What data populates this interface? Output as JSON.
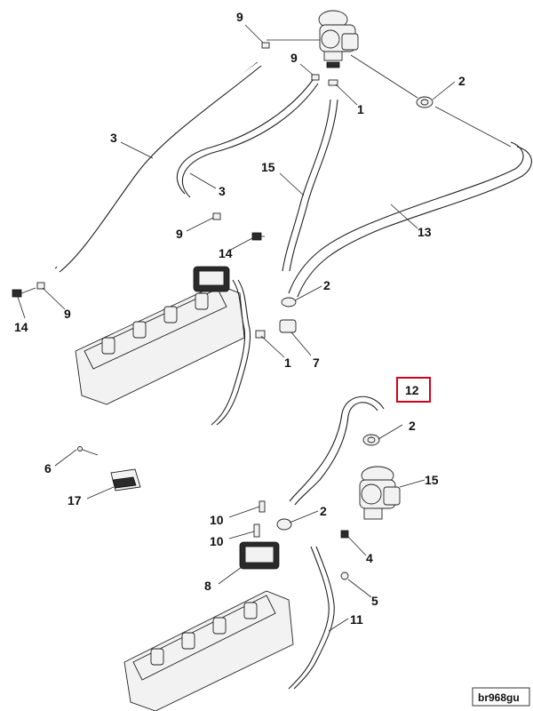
{
  "diagram": {
    "reference_code": "br968gu",
    "highlighted_callout": "12",
    "callouts": [
      "9",
      "9",
      "1",
      "2",
      "3",
      "3",
      "15",
      "13",
      "9",
      "14",
      "2",
      "14",
      "9",
      "1",
      "7",
      "12",
      "2",
      "6",
      "15",
      "17",
      "10",
      "2",
      "10",
      "4",
      "8",
      "5",
      "11"
    ],
    "highlight_color": "#d0021b"
  }
}
